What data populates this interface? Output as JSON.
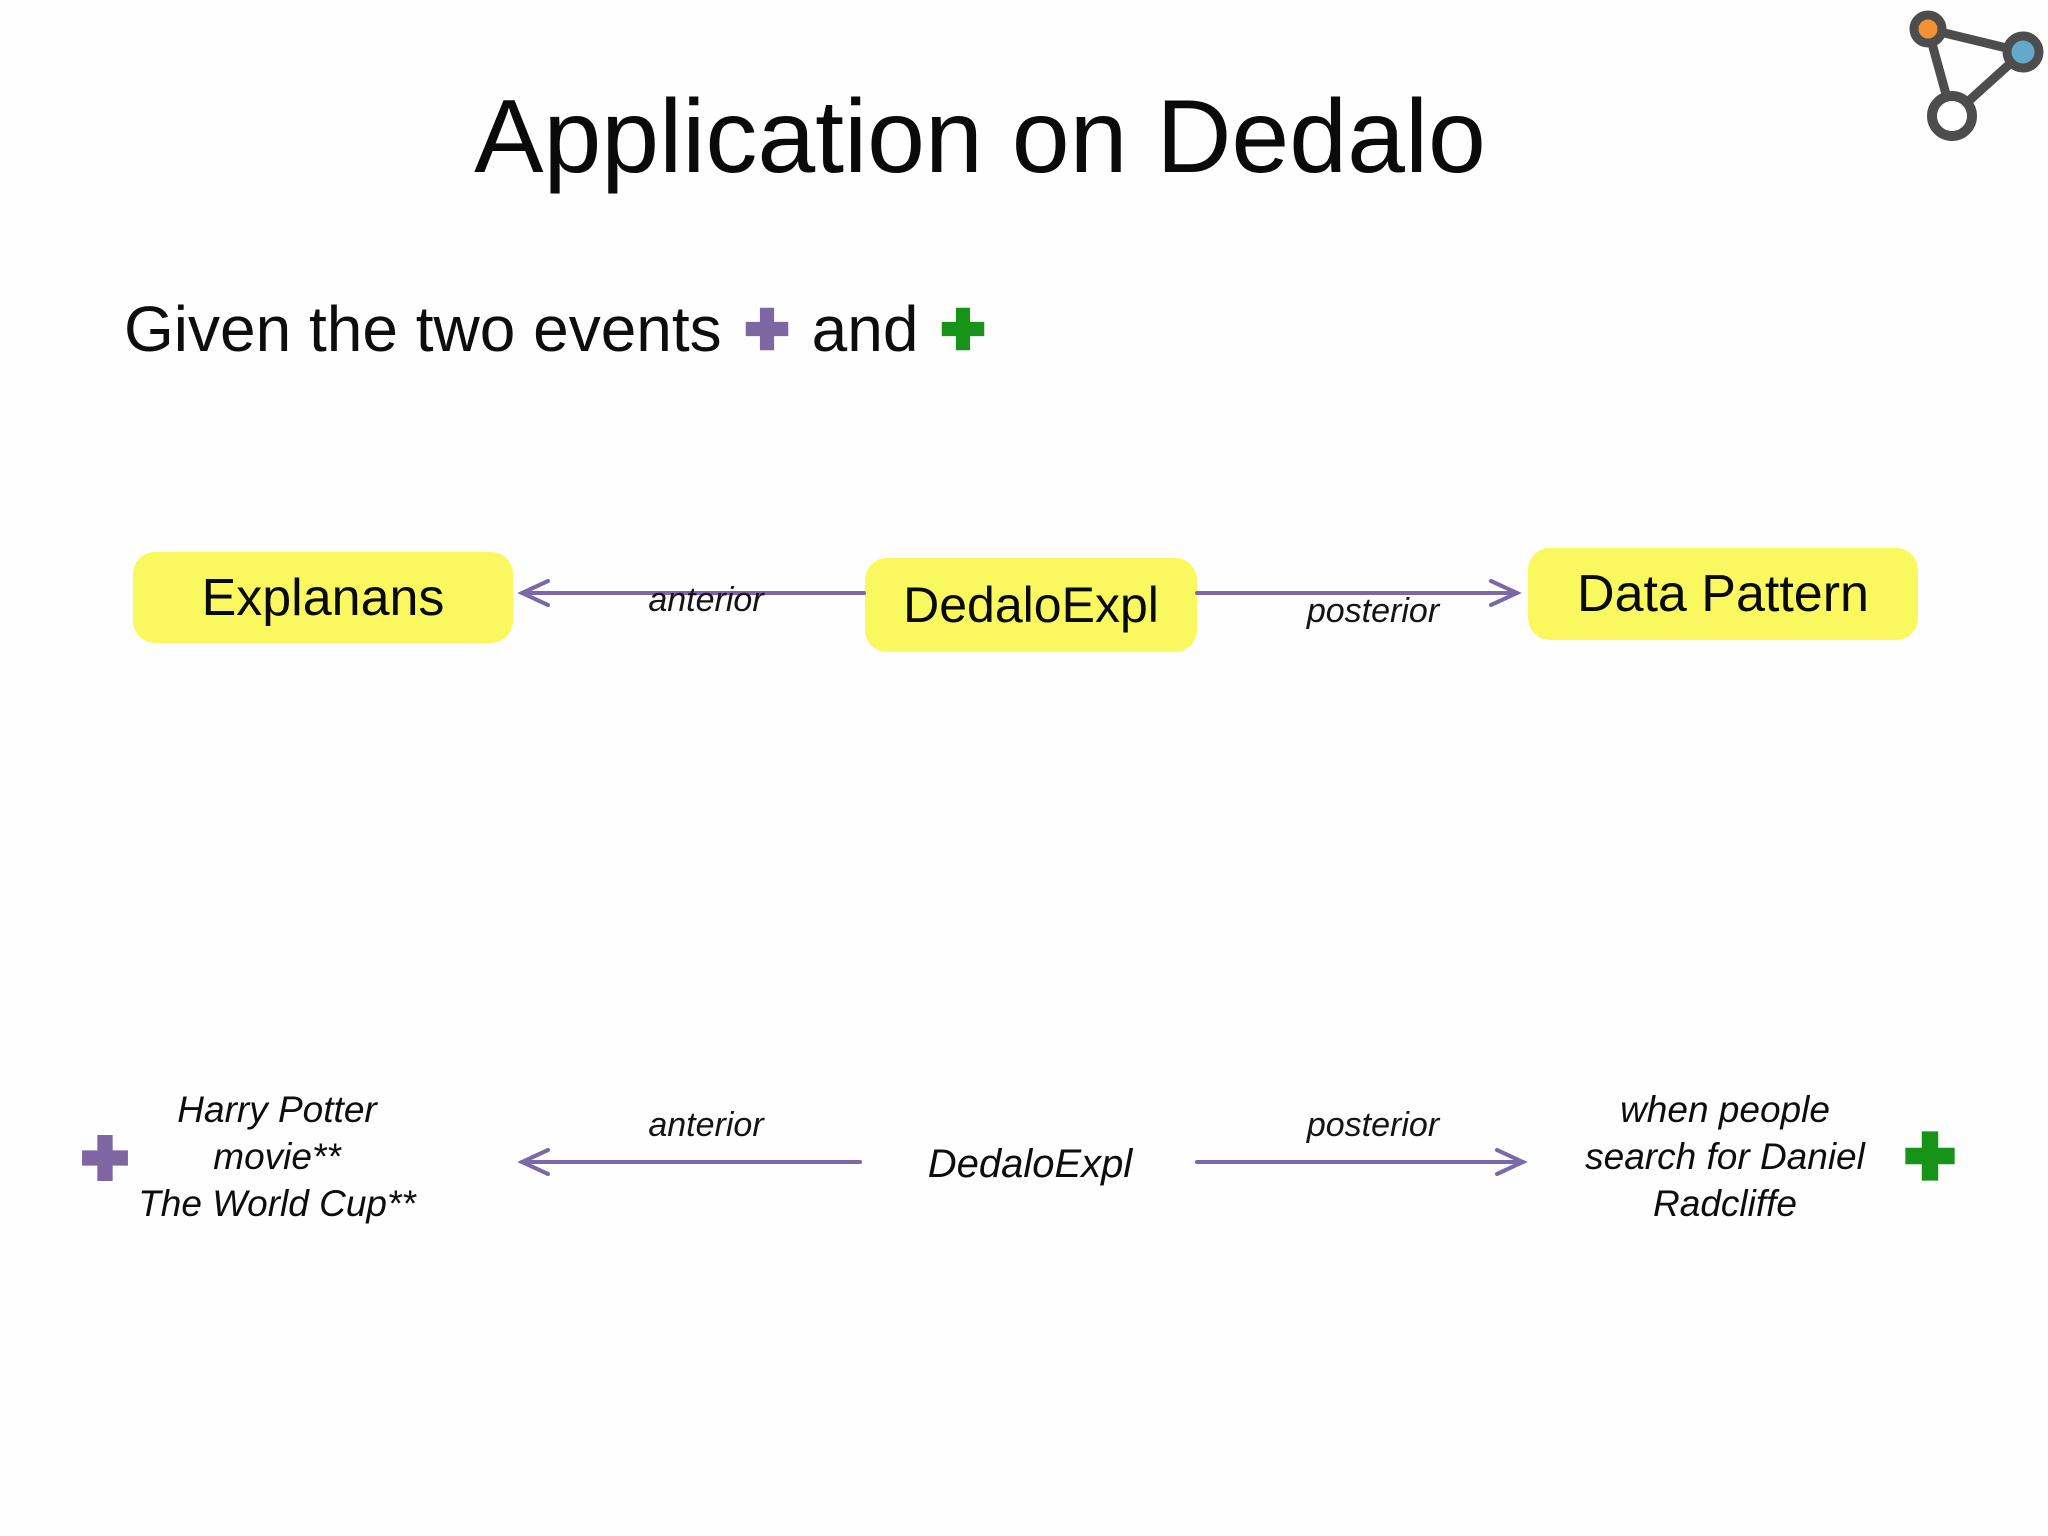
{
  "slide": {
    "title": "Application on Dedalo",
    "intro": {
      "prefix": "Given the two events",
      "connector": "and"
    }
  },
  "colors": {
    "highlight_yellow": "#f9f85f",
    "arrow_purple": "#7b68a6",
    "event_anterior_purple": "#7e66a3",
    "event_posterior_green": "#179317",
    "logo_edge_gray": "#4d4d4d",
    "logo_node_orange": "#f39232",
    "logo_node_blue": "#64a9c8",
    "logo_node_white": "#ffffff"
  },
  "schema_row": {
    "anterior_box_label": "Explanans",
    "center_box_label": "DedaloExpl",
    "posterior_box_label": "Data Pattern",
    "anterior_arrow_label": "anterior",
    "posterior_arrow_label": "posterior"
  },
  "example_row": {
    "anterior_event_lines": [
      "Harry Potter",
      "movie**",
      "The World Cup**"
    ],
    "center_label": "DedaloExpl",
    "anterior_arrow_label": "anterior",
    "posterior_arrow_label": "posterior",
    "posterior_event_lines": [
      "when people",
      "search for Daniel",
      "Radcliffe"
    ]
  },
  "icons": {
    "plus_purple": "plus-icon",
    "plus_green": "plus-icon",
    "logo": "network-graph-logo"
  }
}
